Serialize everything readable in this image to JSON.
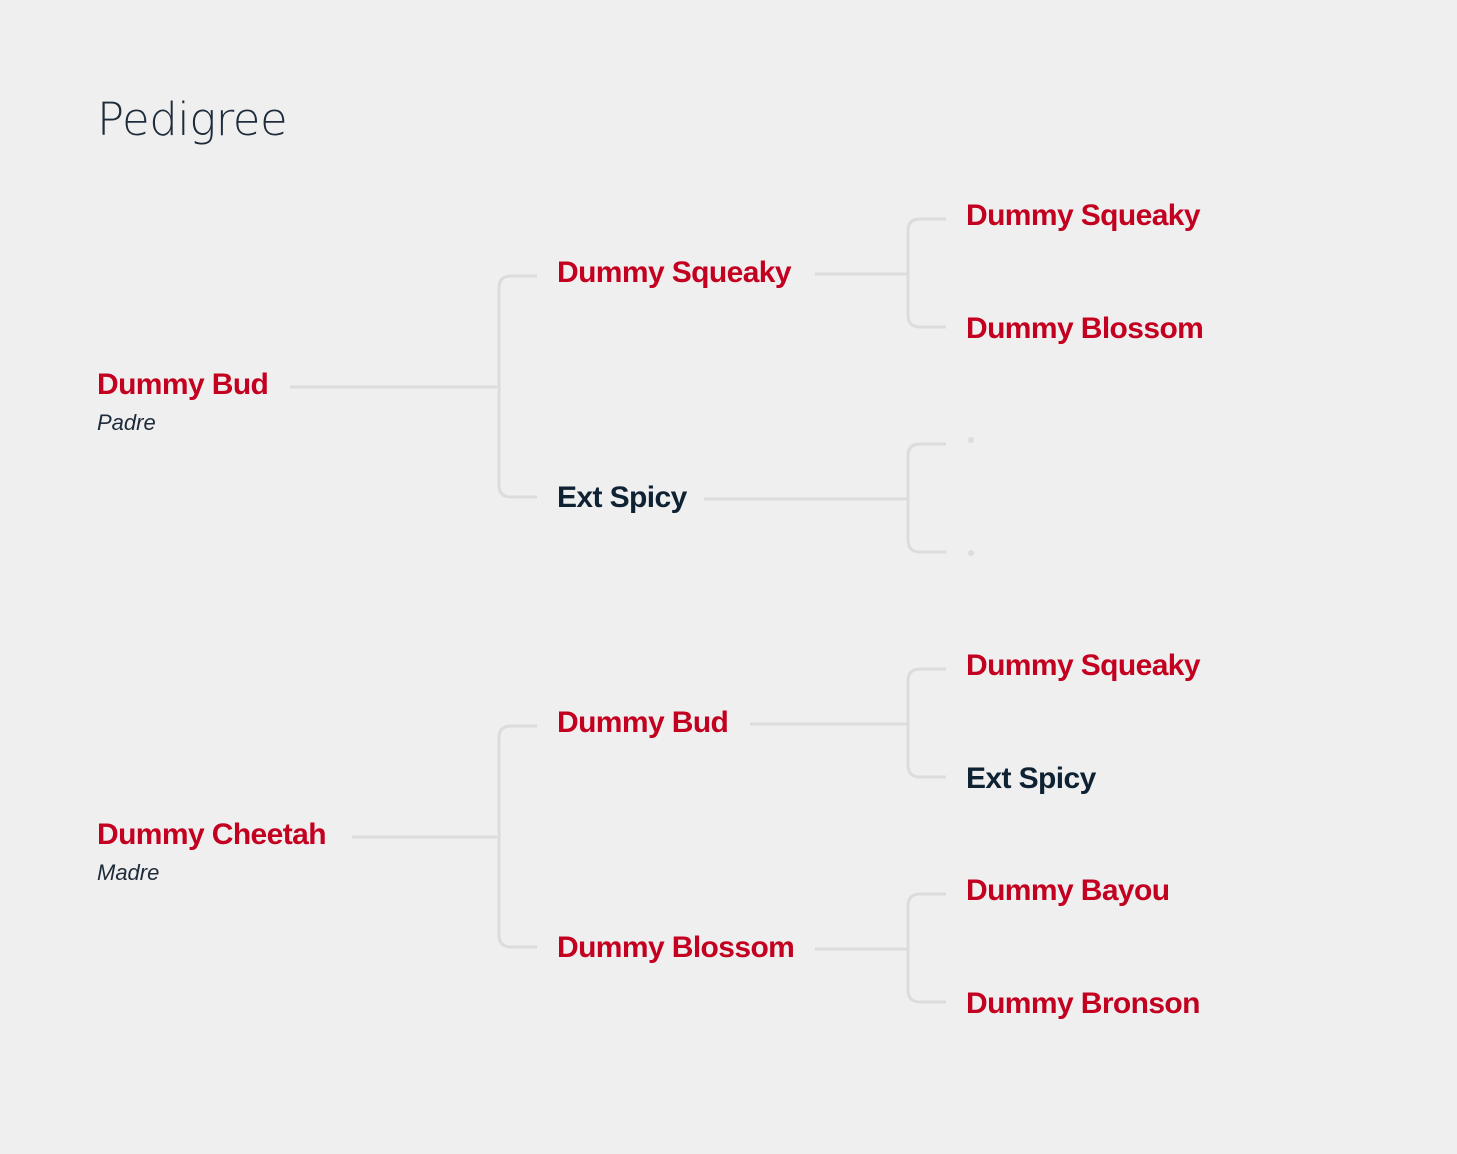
{
  "page_title": "Pedigree",
  "colors": {
    "background": "#efefef",
    "link": "#c3001f",
    "plain_text": "#0e2233",
    "connector": "#dcdcdc"
  },
  "pedigree": {
    "sire": {
      "name": "Dummy Bud",
      "role": "Padre",
      "linked": true,
      "parents": {
        "sire": {
          "name": "Dummy Squeaky",
          "linked": true,
          "parents": {
            "sire": {
              "name": "Dummy Squeaky",
              "linked": true
            },
            "dam": {
              "name": "Dummy Blossom",
              "linked": true
            }
          }
        },
        "dam": {
          "name": "Ext Spicy",
          "linked": false,
          "parents": {
            "sire": {
              "name": "",
              "linked": false
            },
            "dam": {
              "name": "",
              "linked": false
            }
          }
        }
      }
    },
    "dam": {
      "name": "Dummy Cheetah",
      "role": "Madre",
      "linked": true,
      "parents": {
        "sire": {
          "name": "Dummy Bud",
          "linked": true,
          "parents": {
            "sire": {
              "name": "Dummy Squeaky",
              "linked": true
            },
            "dam": {
              "name": "Ext Spicy",
              "linked": false
            }
          }
        },
        "dam": {
          "name": "Dummy Blossom",
          "linked": true,
          "parents": {
            "sire": {
              "name": "Dummy Bayou",
              "linked": true
            },
            "dam": {
              "name": "Dummy Bronson",
              "linked": true
            }
          }
        }
      }
    }
  }
}
